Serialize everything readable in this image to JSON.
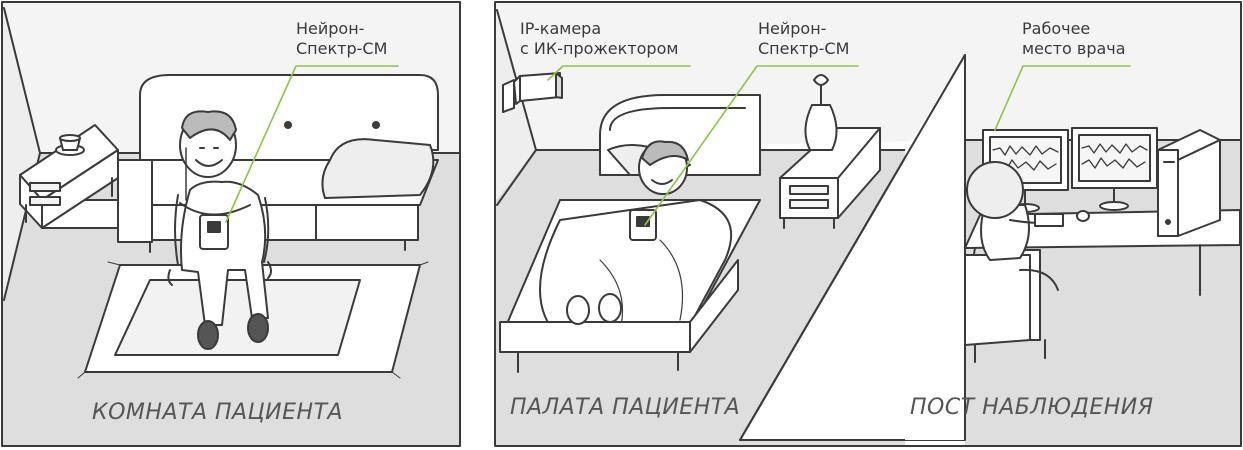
{
  "panels": [
    {
      "caption": "КОМНАТА ПАЦИЕНТА",
      "callouts": [
        {
          "lines": [
            "Нейрон-",
            "Спектр-СМ"
          ]
        }
      ]
    },
    {
      "caption": "ПАЛАТА ПАЦИЕНТА",
      "callouts": [
        {
          "lines": [
            "IP-камера",
            "с ИК-прожектором"
          ]
        },
        {
          "lines": [
            "Нейрон-",
            "Спектр-СМ"
          ]
        }
      ]
    },
    {
      "caption": "ПОСТ  НАБЛЮДЕНИЯ",
      "callouts": [
        {
          "lines": [
            "Рабочее",
            "место врача"
          ]
        }
      ]
    }
  ],
  "colors": {
    "accent": "#8cc63f",
    "line": "#3a3a3a",
    "floor": "#dcdcdc",
    "wall": "#efefef"
  },
  "icons": [
    "lamp-icon",
    "ip-camera-icon",
    "vase-icon",
    "monitor-icon",
    "computer-tower-icon",
    "eeg-device-icon"
  ]
}
